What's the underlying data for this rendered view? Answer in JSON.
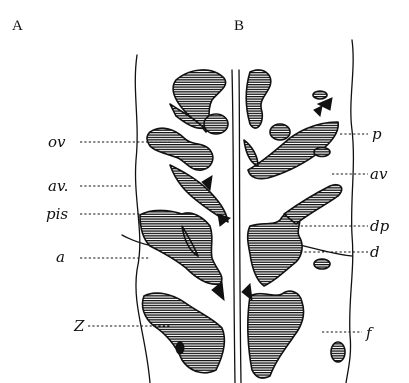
{
  "panels": {
    "left": "A",
    "right": "B"
  },
  "labels": {
    "ov": "ov",
    "av_left": "av.",
    "pis": "pis",
    "a_left": "a",
    "z": "Z",
    "p": "p",
    "av_right": "av",
    "dp": "dp",
    "d": "d",
    "f": "f"
  }
}
